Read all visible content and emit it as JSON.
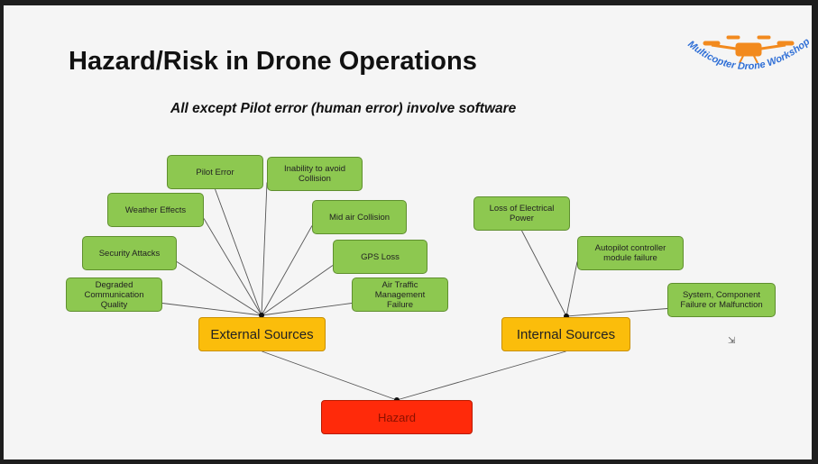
{
  "title": "Hazard/Risk in Drone Operations",
  "subtitle": "All except Pilot error (human error) involve software",
  "logo": {
    "text": "Multicopter Drone Workshop",
    "color": "#f28a1e"
  },
  "diagram": {
    "external_causes": [
      "Pilot Error",
      "Inability to avoid\nCollision",
      "Weather Effects",
      "Mid air Collision",
      "Security Attacks",
      "GPS Loss",
      "Degraded\nCommunication\nQuality",
      "Air Traffic\nManagement\nFailure"
    ],
    "internal_causes": [
      "Loss of Electrical\nPower",
      "Autopilot controller\nmodule failure",
      "System, Component\nFailure or Malfunction"
    ],
    "external_label": "External Sources",
    "internal_label": "Internal Sources",
    "hazard_label": "Hazard",
    "colors": {
      "cause": "#8dc850",
      "source": "#fbbd0b",
      "hazard": "#ff2a0a"
    }
  }
}
